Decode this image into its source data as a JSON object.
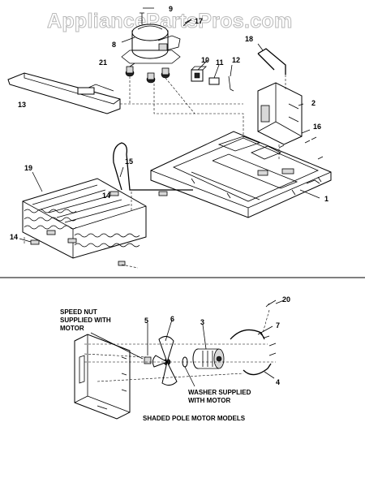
{
  "watermark": "AppliancePartsPros.com",
  "callouts": {
    "c9": "9",
    "c17": "17",
    "c8": "8",
    "c18": "18",
    "c21": "21",
    "c10": "10",
    "c11": "11",
    "c12": "12",
    "c13": "13",
    "c2": "2",
    "c16": "16",
    "c1": "1",
    "c19": "19",
    "c15": "15",
    "c14a": "14",
    "c14b": "14",
    "c20": "20",
    "c5": "5",
    "c6": "6",
    "c3": "3",
    "c7": "7",
    "c4": "4"
  },
  "notes": {
    "speed_nut_1": "SPEED NUT",
    "speed_nut_2": "SUPPLIED WITH",
    "speed_nut_3": "MOTOR",
    "washer_1": "WASHER SUPPLIED",
    "washer_2": "WITH MOTOR",
    "caption": "SHADED POLE MOTOR MODELS"
  }
}
